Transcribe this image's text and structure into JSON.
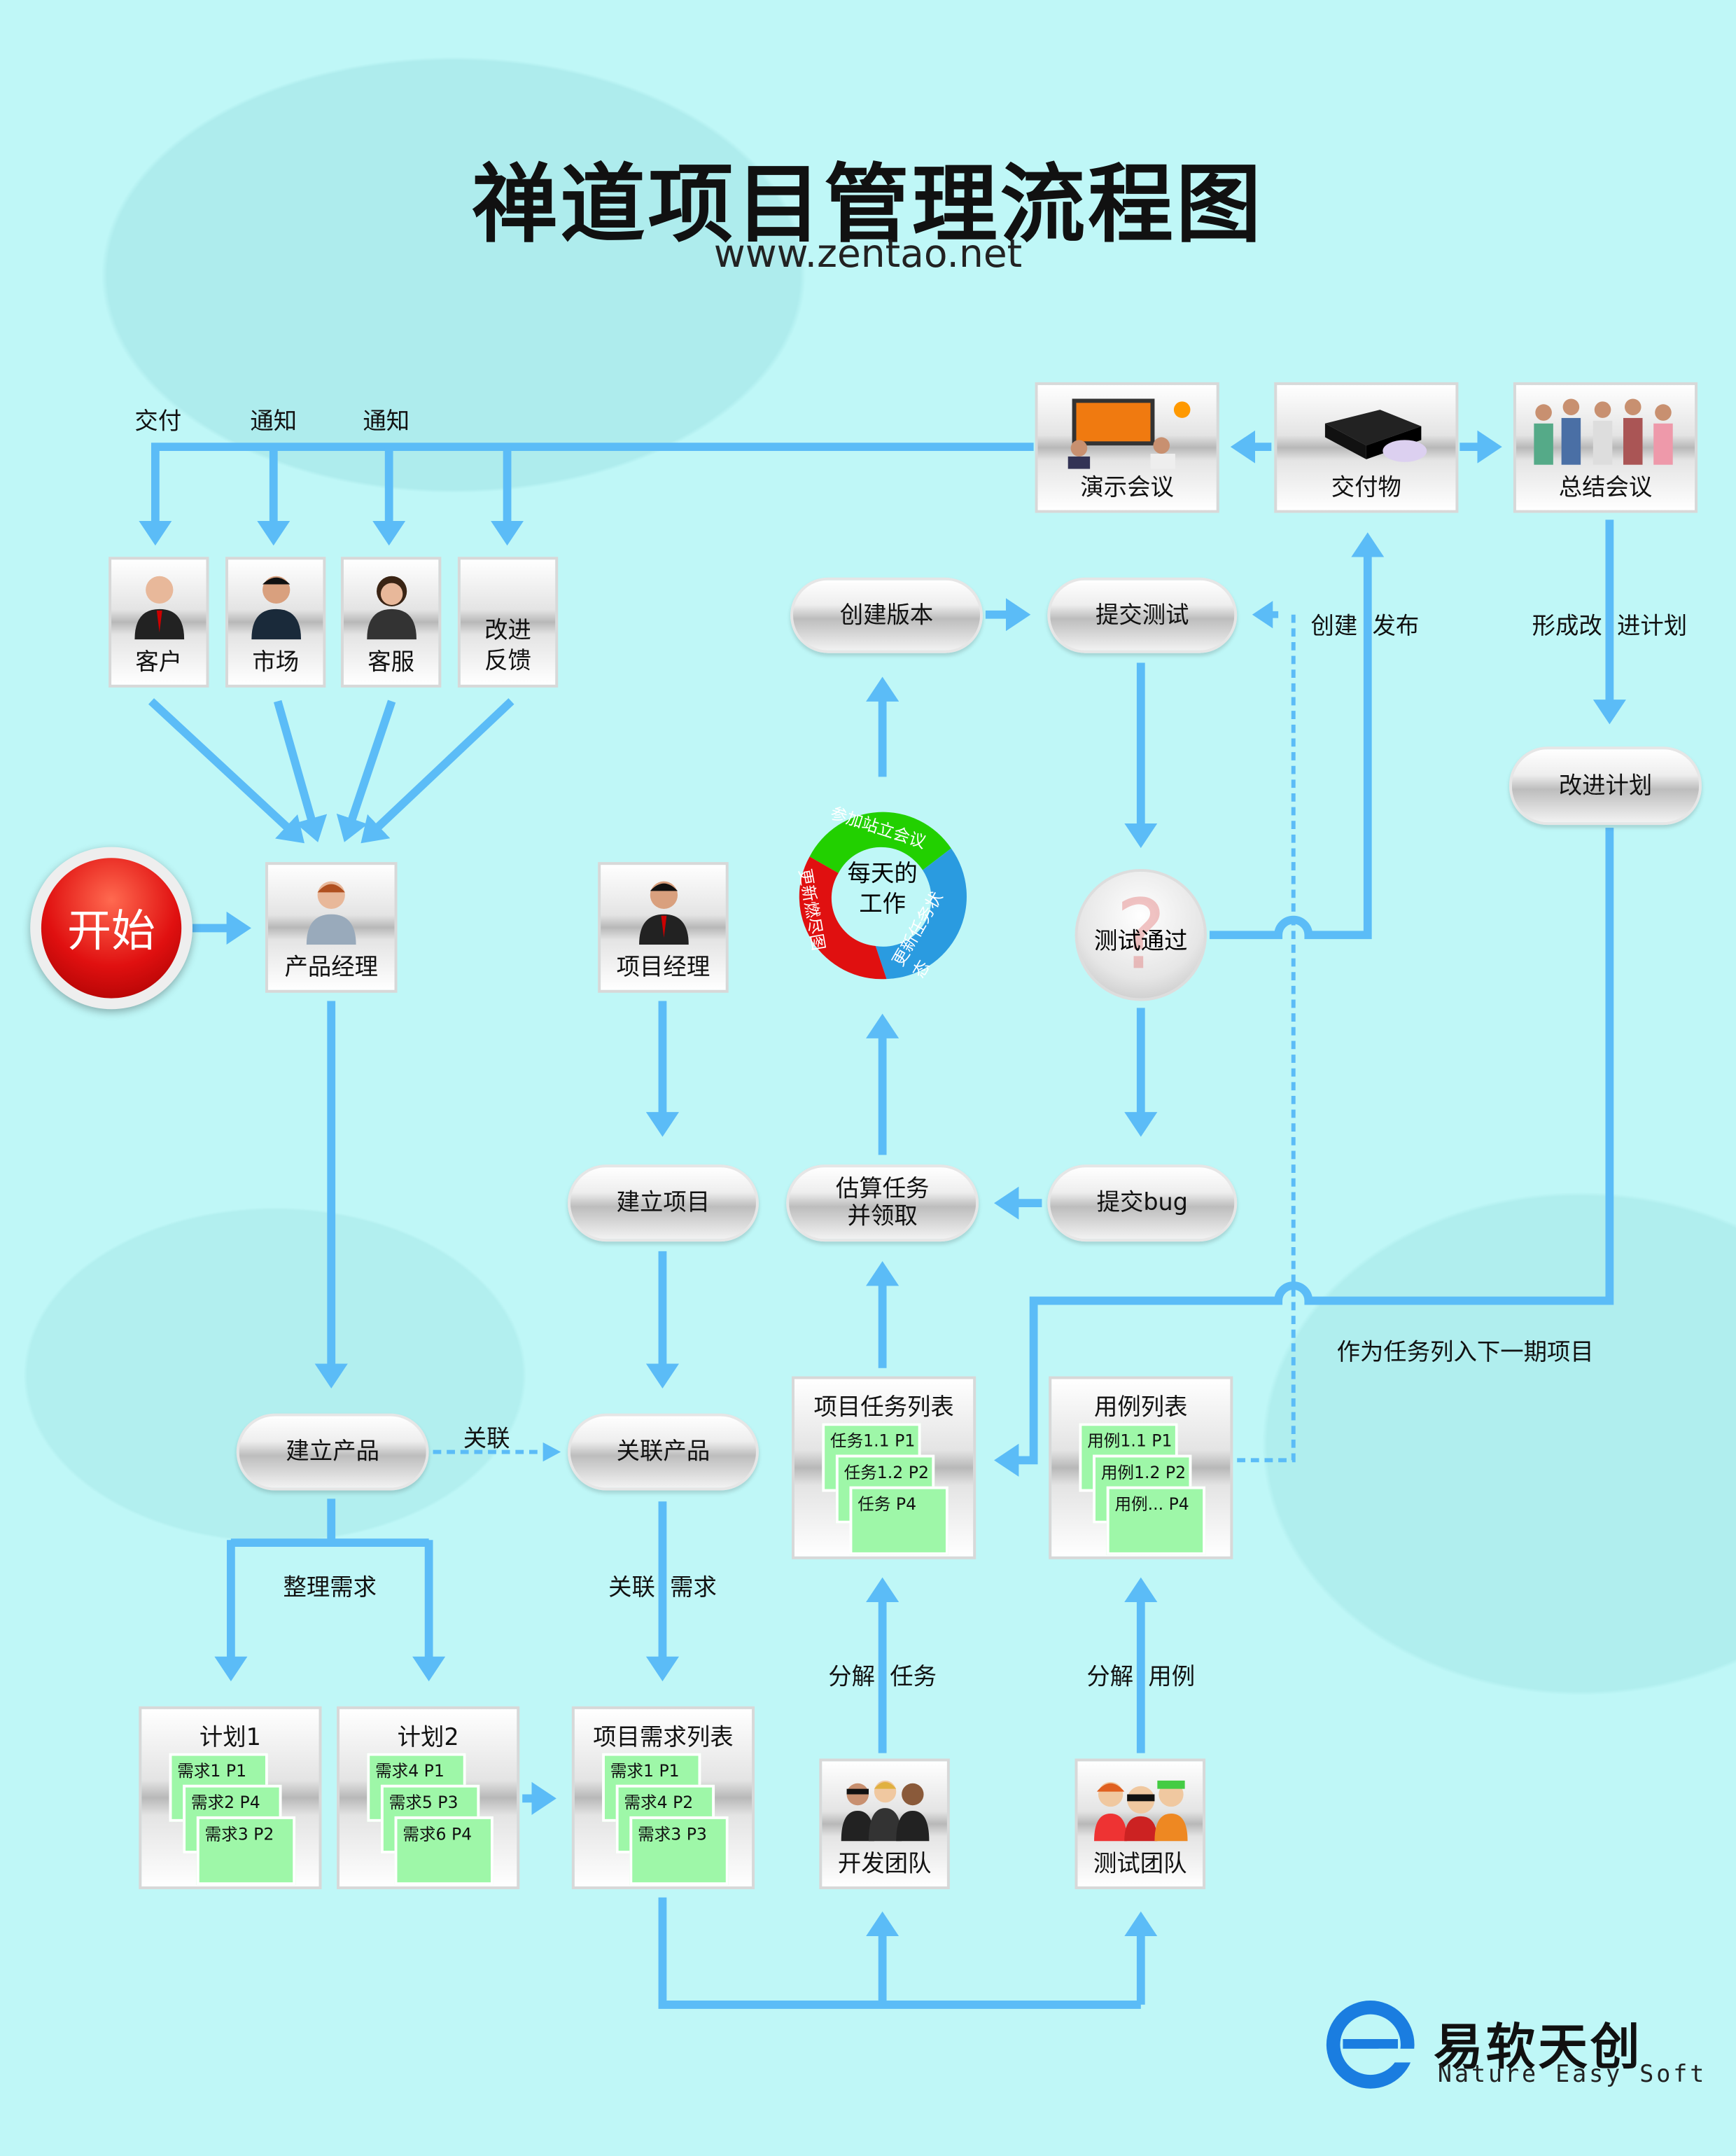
{
  "title": "禅道项目管理流程图",
  "url": "www.zentao.net",
  "labels": {
    "deliver": "交付",
    "notify1": "通知",
    "notify2": "通知",
    "create_release": "创建  发布",
    "form_plan": "形成改  进计划",
    "link": "关联",
    "organize_req": "整理需求",
    "link_req": "关联  需求",
    "split_task": "分解  任务",
    "split_case": "分解  用例",
    "next_phase": "作为任务列入下一期项目"
  },
  "roles": {
    "customer": "客户",
    "market": "市场",
    "service": "客服",
    "feedback": "改进\n反馈",
    "pm_product": "产品经理",
    "pm_project": "项目经理",
    "dev_team": "开发团队",
    "test_team": "测试团队"
  },
  "top": {
    "demo": "演示会议",
    "deliverable": "交付物",
    "summary": "总结会议"
  },
  "steps": {
    "start": "开始",
    "create_build": "创建版本",
    "submit_test": "提交测试",
    "improve_plan": "改进计划",
    "test_pass": "测试通过",
    "create_project": "建立项目",
    "estimate_line1": "估算任务",
    "estimate_line2": "并领取",
    "submit_bug": "提交bug",
    "create_product": "建立产品",
    "link_product": "关联产品"
  },
  "cycle": {
    "center_line1": "每天的",
    "center_line2": "工作",
    "seg_green": "参加站立会议",
    "seg_blue": "更新任务状态",
    "seg_red": "更新燃尽图",
    "colors": {
      "green": "#22d000",
      "blue": "#2a9be0",
      "red": "#e01010"
    }
  },
  "lists": {
    "plan1": {
      "title": "计划1",
      "items": [
        "需求1  P1",
        "需求2  P4",
        "需求3  P2"
      ]
    },
    "plan2": {
      "title": "计划2",
      "items": [
        "需求4  P1",
        "需求5  P3",
        "需求6  P4"
      ]
    },
    "project_req": {
      "title": "项目需求列表",
      "items": [
        "需求1  P1",
        "需求4  P2",
        "需求3  P3"
      ]
    },
    "task": {
      "title": "项目任务列表",
      "items": [
        "任务1.1  P1",
        "任务1.2  P2",
        "任务    P4"
      ]
    },
    "case": {
      "title": "用例列表",
      "items": [
        "用例1.1  P1",
        "用例1.2  P2",
        "用例...  P4"
      ]
    }
  },
  "logo": {
    "name": "易软天创",
    "tagline": "Nature Easy Soft"
  },
  "colors": {
    "arrow": "#5bbcf7",
    "background": "#bff7f7",
    "start": "#e01010"
  }
}
